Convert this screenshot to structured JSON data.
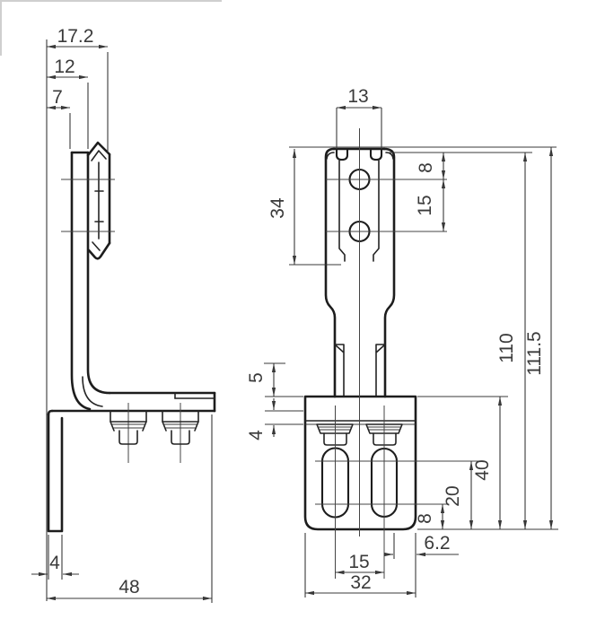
{
  "drawing": {
    "kind": "technical-drawing",
    "part": "L-bracket with tab and slotted base",
    "background": "#ffffff",
    "outline_color": "#1d1d1d",
    "dimension_color": "#3a3a3a"
  },
  "dims": {
    "side": {
      "overall_depth": "17.2",
      "leg_back_offset": "12",
      "leg_front_offset": "7",
      "foot_thickness": "4",
      "base_depth": "48"
    },
    "front": {
      "tab_width": "13",
      "tab_height": "34",
      "hole_top_offset": "8",
      "hole_pitch": "15",
      "step_height": "5",
      "plate_thickness": "4",
      "height_to_fold": "110",
      "overall_height": "111.5",
      "base_height": "40",
      "slot_upper_center": "20",
      "slot_lower_center": "8",
      "slot_edge_margin": "6.2",
      "slot_pitch": "15",
      "base_width": "32"
    }
  }
}
